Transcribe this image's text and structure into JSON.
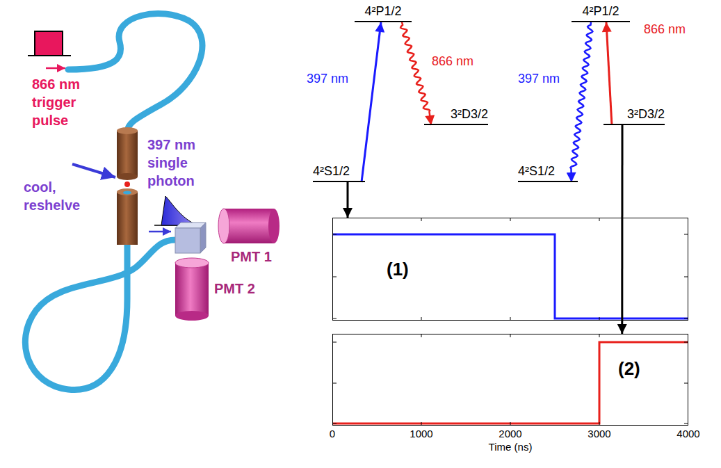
{
  "diagram": {
    "nodes": [
      {
        "text": [
          "4²P1/2"
        ]
      },
      {
        "text": [
          "3²D3/2"
        ]
      },
      {
        "text": [
          "4²S1/2"
        ]
      },
      {
        "text": [
          "4²P1/2"
        ]
      },
      {
        "text": [
          "3²D3/2"
        ]
      },
      {
        "text": [
          "4²S1/2"
        ]
      },
      {
        "text": [
          "(1)"
        ]
      },
      {
        "text": [
          "(2)"
        ]
      }
    ],
    "edges": [
      {
        "from": 2,
        "to": 0,
        "arrow": "to",
        "label": "397 nm"
      },
      {
        "from": 0,
        "to": 1,
        "arrow": "to",
        "label": "866 nm"
      },
      {
        "from": 4,
        "to": 3,
        "arrow": "to",
        "label": "866 nm"
      },
      {
        "from": 3,
        "to": 5,
        "arrow": "to",
        "label": "397 nm"
      },
      {
        "from": 2,
        "to": 6,
        "arrow": "to"
      },
      {
        "from": 4,
        "to": 7,
        "arrow": "to"
      }
    ],
    "labels": [
      "866 nm trigger pulse",
      "cool, reshelve",
      "397 nm single photon",
      "PMT 1",
      "PMT 2",
      "0",
      "1000",
      "2000",
      "3000",
      "4000",
      "Time (ns)"
    ]
  }
}
